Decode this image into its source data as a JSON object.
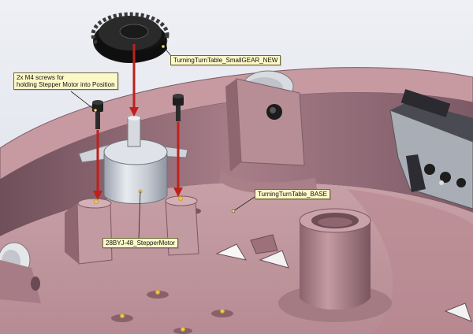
{
  "annotations": {
    "gear": "TurningTurnTable_SmallGEAR_NEW",
    "screws_line1": "2x M4 screws for",
    "screws_line2": "holding Stepper Motor into Position",
    "base": "TurningTurnTable_BASE",
    "motor": "28BYJ-48_StepperMotor"
  },
  "colors": {
    "base_pink": "#c99aa0",
    "base_shadow": "#8f6670",
    "arrow_red": "#c0201c",
    "gear_black": "#1e1e1e",
    "motor_silver": "#c8ccd4",
    "callout_fill": "#fdf8c8"
  }
}
